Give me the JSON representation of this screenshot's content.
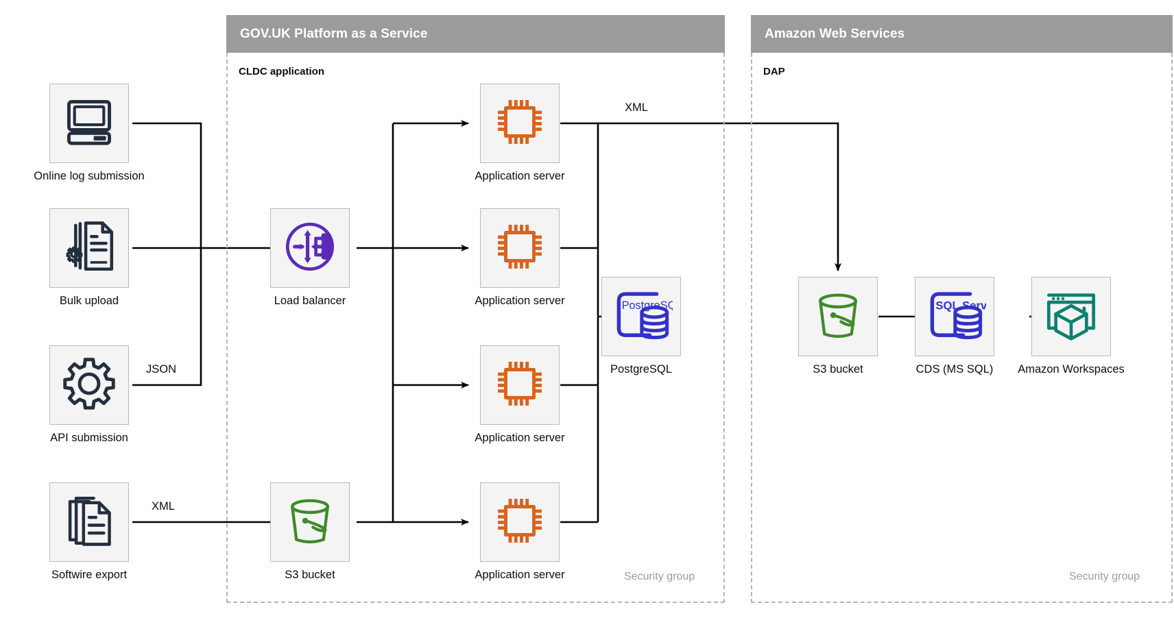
{
  "clouds": [
    {
      "id": "paas",
      "title": "GOV.UK Platform as a Service",
      "group_label": "CLDC application",
      "security_group_label": "Security group"
    },
    {
      "id": "aws",
      "title": "Amazon Web Services",
      "group_label": "DAP",
      "security_group_label": "Security group"
    }
  ],
  "nodes": {
    "online_log": {
      "label": "Online log submission",
      "icon": "desktop-computer-icon"
    },
    "bulk_upload": {
      "label": "Bulk upload",
      "icon": "document-gear-icon"
    },
    "api_submission": {
      "label": "API submission",
      "icon": "gear-icon"
    },
    "softwire_export": {
      "label": "Softwire export",
      "icon": "document-stack-icon"
    },
    "load_balancer": {
      "label": "Load balancer",
      "icon": "load-balancer-icon"
    },
    "app_server_1": {
      "label": "Application server",
      "icon": "cpu-chip-icon"
    },
    "app_server_2": {
      "label": "Application server",
      "icon": "cpu-chip-icon"
    },
    "app_server_3": {
      "label": "Application server",
      "icon": "cpu-chip-icon"
    },
    "app_server_4": {
      "label": "Application server",
      "icon": "cpu-chip-icon"
    },
    "s3_paas": {
      "label": "S3 bucket",
      "icon": "s3-bucket-icon"
    },
    "postgresql": {
      "label": "PostgreSQL",
      "icon": "postgresql-icon",
      "icon_text": "PostgreSQL"
    },
    "s3_aws": {
      "label": "S3 bucket",
      "icon": "s3-bucket-icon"
    },
    "cds": {
      "label": "CDS (MS SQL)",
      "icon": "sql-server-icon",
      "icon_text": "SQL Server"
    },
    "workspaces": {
      "label": "Amazon Workspaces",
      "icon": "amazon-workspaces-icon"
    }
  },
  "edge_labels": {
    "api_json": "JSON",
    "softwire_xml": "XML",
    "appserver_xml": "XML"
  },
  "colors": {
    "cloud_header_bg": "#9b9b9b",
    "cloud_header_text": "#ffffff",
    "tile_bg": "#f4f4f4",
    "tile_border": "#b9b9b9",
    "dashed_border": "#b5b5b5",
    "wire": "#000000",
    "icon_dark": "#232f3e",
    "icon_purple": "#5b2bb8",
    "icon_orange": "#d9641e",
    "icon_green": "#3f8a2a",
    "icon_blue": "#3232c8",
    "icon_teal": "#0f8070",
    "security_group_text": "#9b9b9b",
    "text": "#0b0c0c"
  }
}
